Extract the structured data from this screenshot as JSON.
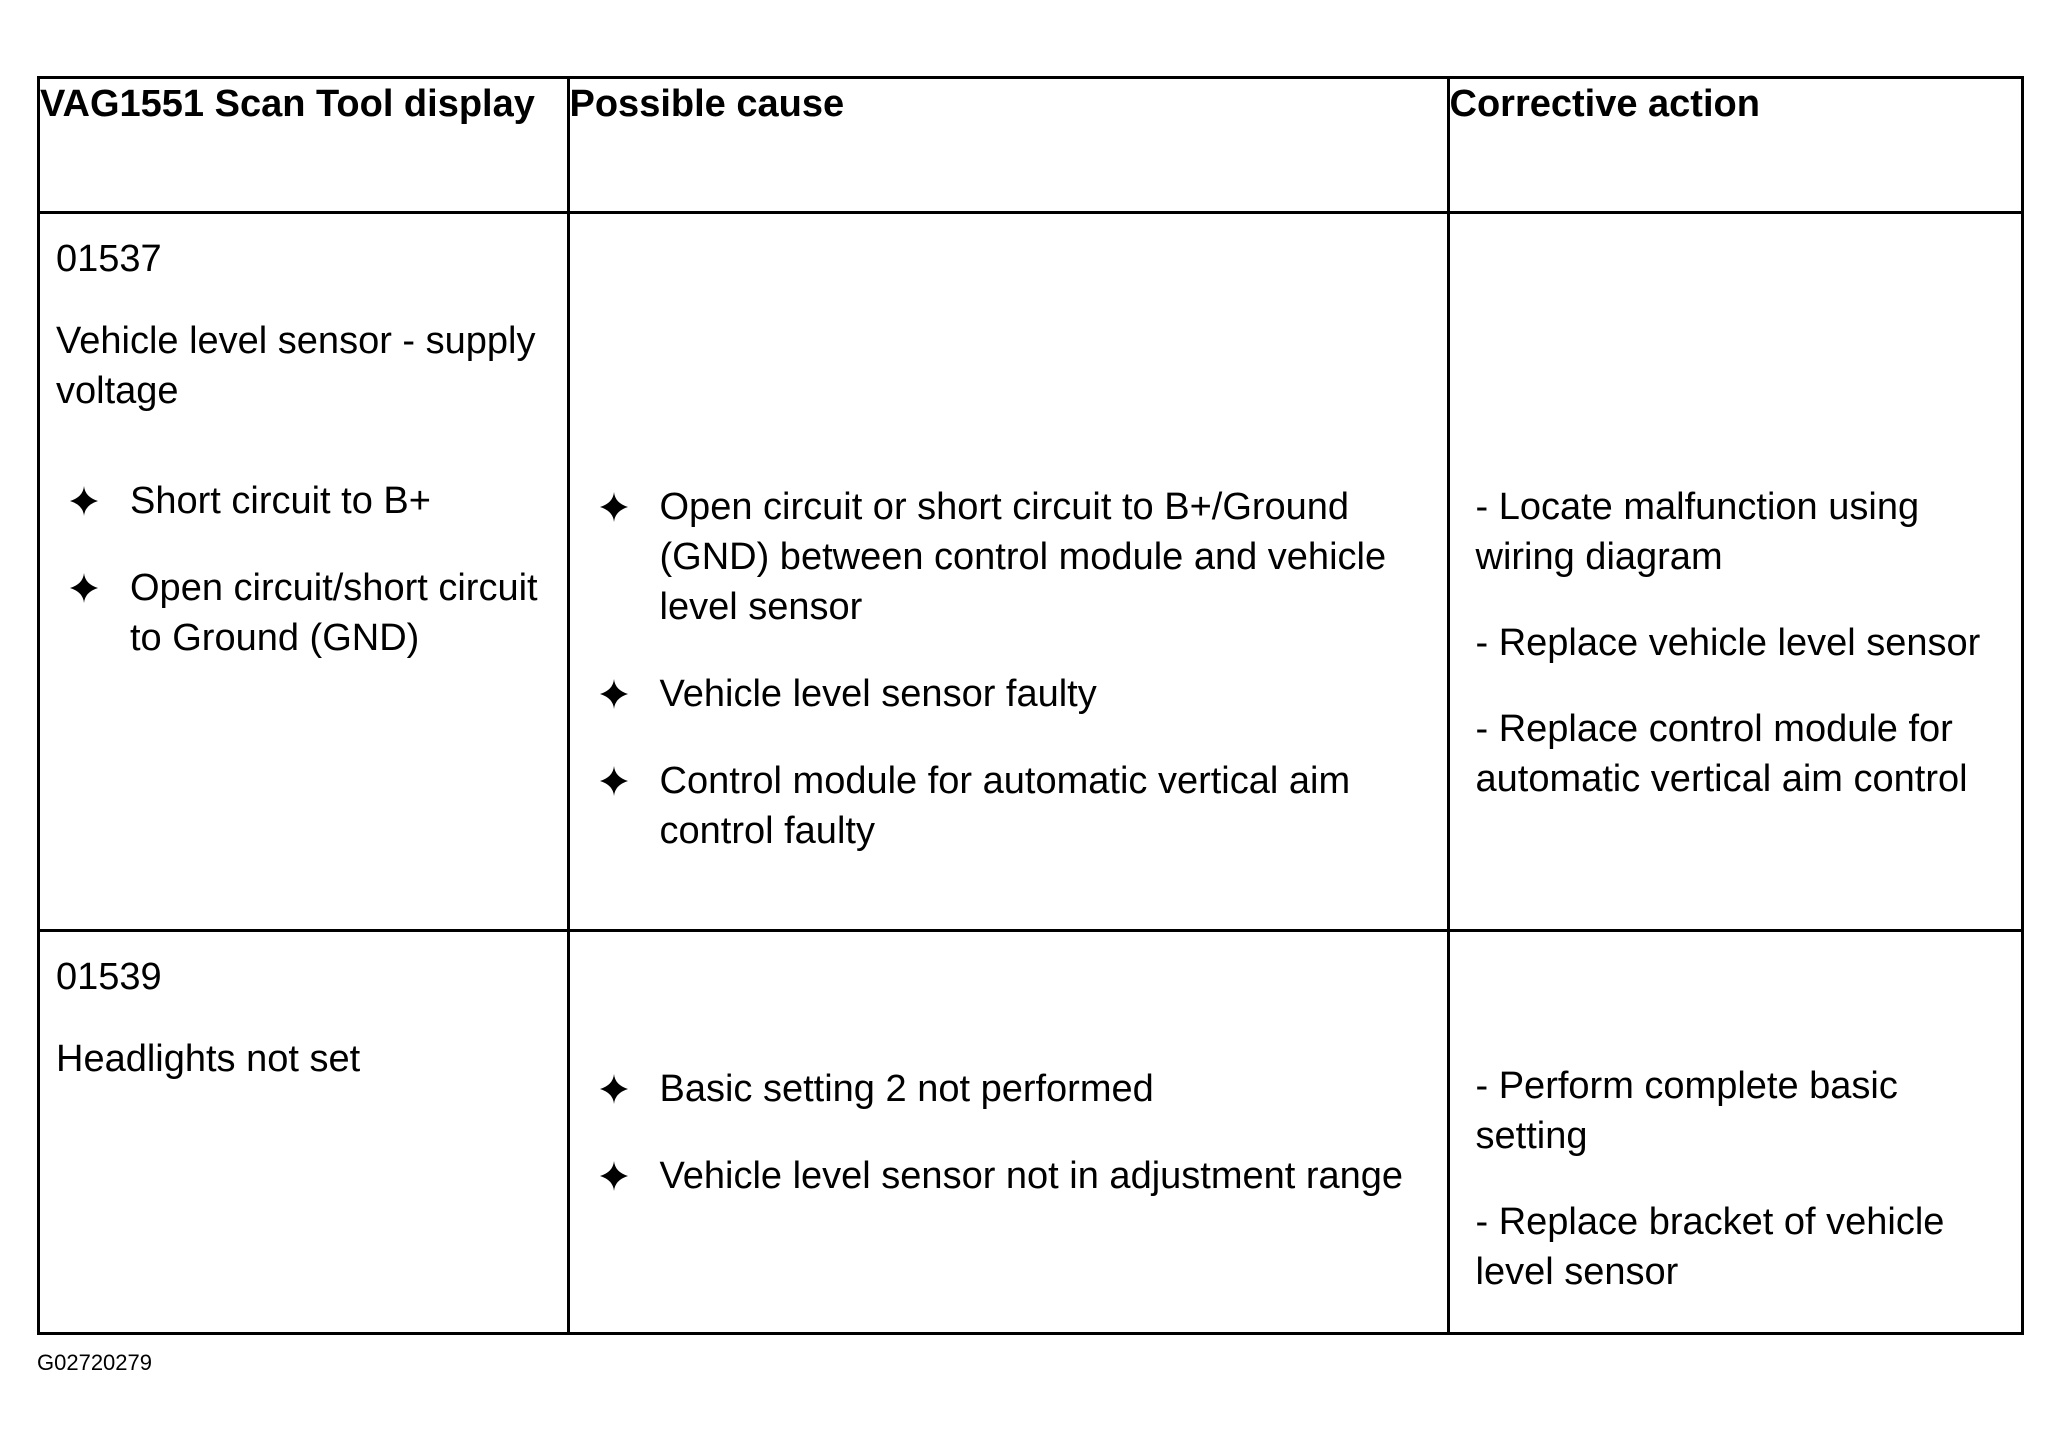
{
  "table": {
    "headers": {
      "scan_tool_display": "VAG1551 Scan Tool display",
      "possible_cause": "Possible cause",
      "corrective_action": "Corrective action"
    },
    "rows": [
      {
        "code": "01537",
        "description": "Vehicle level sensor - supply voltage",
        "conditions": [
          "Short circuit to B+",
          "Open circuit/short circuit to Ground (GND)"
        ],
        "causes": [
          "Open circuit or short circuit to B+/Ground (GND) between control module and vehicle level sensor",
          "Vehicle level sensor faulty",
          "Control module for automatic vertical aim control faulty"
        ],
        "actions": [
          "- Locate malfunction using wiring diagram",
          "- Replace vehicle level sensor",
          "- Replace control module for automatic vertical aim control"
        ]
      },
      {
        "code": "01539",
        "description": "Headlights not set",
        "causes": [
          "Basic setting 2 not performed",
          "Vehicle level sensor not in adjustment range"
        ],
        "actions": [
          "- Perform complete basic setting",
          "- Replace bracket of vehicle level sensor"
        ]
      }
    ]
  },
  "figure_id": "G02720279",
  "icons": {
    "bullet": "diamond-bullet-icon"
  }
}
